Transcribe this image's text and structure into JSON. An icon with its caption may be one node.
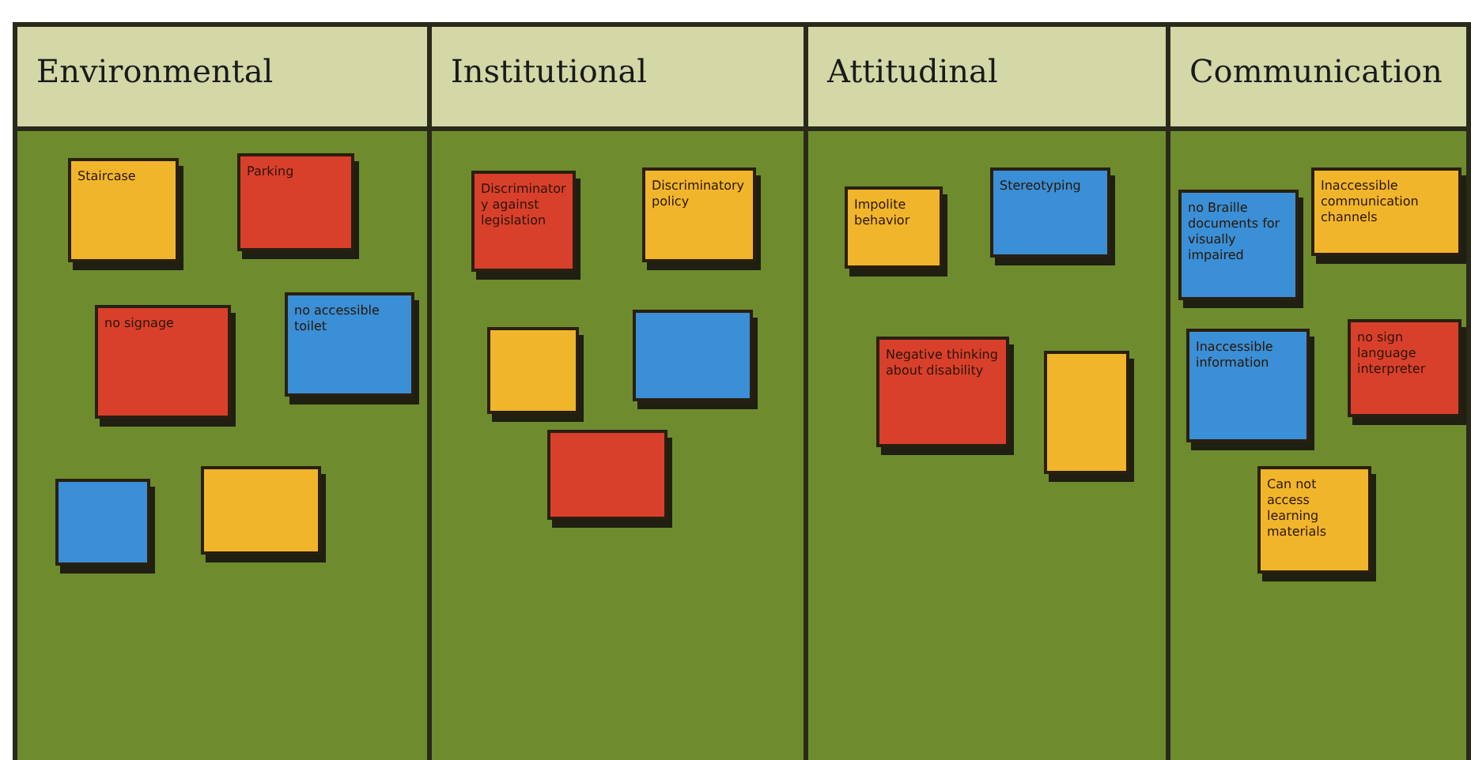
{
  "diagram": {
    "nodes": [
      {
        "text": [
          "Environmental"
        ]
      },
      {
        "text": [
          "Staircase"
        ],
        "in": 0
      },
      {
        "text": [
          "Parking"
        ],
        "in": 0
      },
      {
        "text": [
          "no signage"
        ],
        "in": 0
      },
      {
        "text": [
          "no accessible toilet"
        ],
        "in": 0
      },
      {
        "text": [],
        "shape": "box",
        "in": 0
      },
      {
        "text": [],
        "shape": "box",
        "in": 0
      },
      {
        "text": [
          "Institutional"
        ]
      },
      {
        "text": [
          "Discriminatory against legislation"
        ],
        "in": 7
      },
      {
        "text": [
          "Discriminatory policy"
        ],
        "in": 7
      },
      {
        "text": [],
        "shape": "box",
        "in": 7
      },
      {
        "text": [],
        "shape": "box",
        "in": 7
      },
      {
        "text": [],
        "shape": "box",
        "in": 7
      },
      {
        "text": [
          "Attitudinal"
        ]
      },
      {
        "text": [
          "Impolite behavior"
        ],
        "in": 13
      },
      {
        "text": [
          "Stereotyping"
        ],
        "in": 13
      },
      {
        "text": [
          "Negative thinking about disability"
        ],
        "in": 13
      },
      {
        "text": [],
        "shape": "box",
        "in": 13
      },
      {
        "text": [
          "Communication"
        ]
      },
      {
        "text": [
          "no Braille documents for visually impaired"
        ],
        "in": 18
      },
      {
        "text": [
          "Inaccessible communication channels"
        ],
        "in": 18
      },
      {
        "text": [
          "Inaccessible information"
        ],
        "in": 18
      },
      {
        "text": [
          "no sign language interpreter"
        ],
        "in": 18
      },
      {
        "text": [
          "Can not access learning materials"
        ],
        "in": 18
      }
    ]
  }
}
